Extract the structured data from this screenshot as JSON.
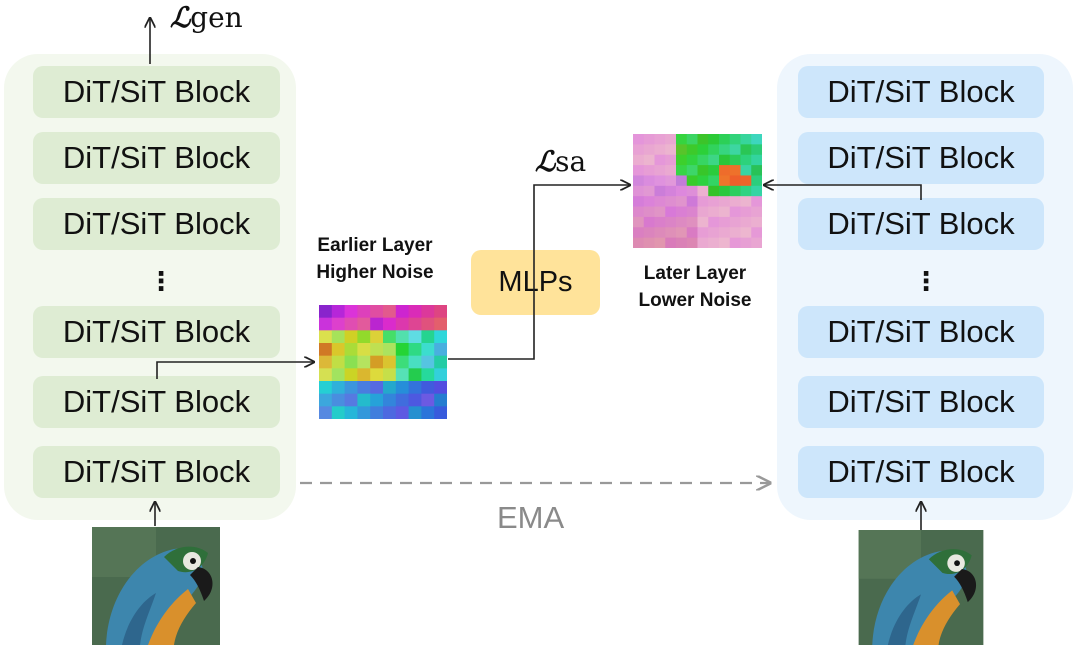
{
  "blocks": {
    "label": "DiT/SiT Block",
    "ellipsis": "⋮"
  },
  "earlier": {
    "line1": "Earlier Layer",
    "line2": "Higher Noise"
  },
  "later": {
    "line1": "Later Layer",
    "line2": "Lower Noise"
  },
  "mlps": "MLPs",
  "loss_gen": {
    "symbol": "ℒ",
    "sub": "gen"
  },
  "loss_sa": {
    "symbol": "ℒ",
    "sub": "sa"
  },
  "ema": "EMA",
  "colors": {
    "left_panel": "#f3f8ee",
    "left_block": "#deecd3",
    "right_panel": "#eef6fd",
    "right_block": "#cde6fb",
    "mlp_box": "#ffe39a",
    "ema_text": "#8a8a8a"
  }
}
